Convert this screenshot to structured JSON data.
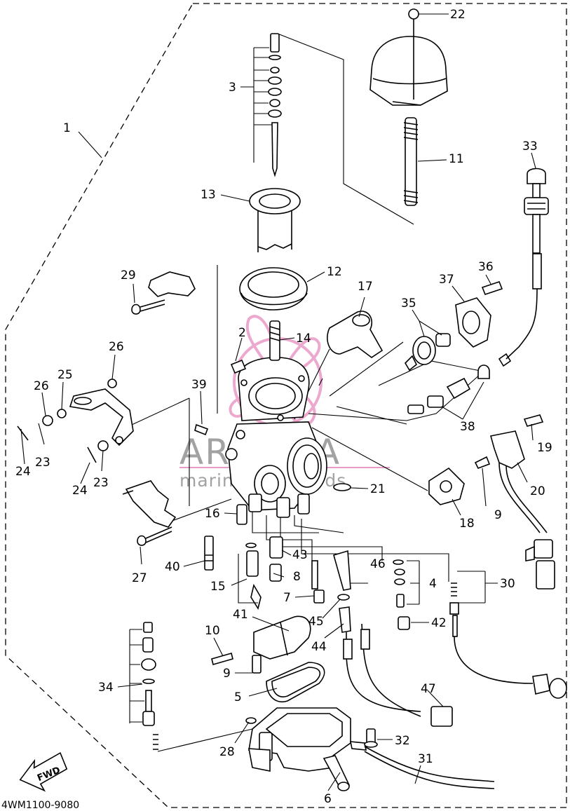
{
  "diagram_code": "4WM1100-9080",
  "fwd_label": "FWD",
  "watermark": {
    "brand": "ARMADA",
    "tagline": "marine outboards",
    "accent": "#e99ac6",
    "gray": "#8c8c8c"
  },
  "callouts": {
    "c1": "1",
    "c2": "2",
    "c3": "3",
    "c4": "4",
    "c5": "5",
    "c6": "6",
    "c7": "7",
    "c8": "8",
    "c9a": "9",
    "c9b": "9",
    "c10": "10",
    "c11": "11",
    "c12": "12",
    "c13": "13",
    "c14": "14",
    "c15": "15",
    "c16": "16",
    "c17": "17",
    "c18": "18",
    "c19": "19",
    "c20": "20",
    "c21": "21",
    "c22": "22",
    "c23a": "23",
    "c23b": "23",
    "c24a": "24",
    "c24b": "24",
    "c25": "25",
    "c26a": "26",
    "c26b": "26",
    "c27": "27",
    "c28": "28",
    "c29": "29",
    "c30": "30",
    "c31": "31",
    "c32": "32",
    "c33": "33",
    "c34": "34",
    "c35": "35",
    "c36": "36",
    "c37": "37",
    "c38": "38",
    "c39": "39",
    "c40": "40",
    "c41": "41",
    "c42": "42",
    "c43": "43",
    "c44": "44",
    "c45": "45",
    "c46": "46",
    "c47": "47"
  }
}
